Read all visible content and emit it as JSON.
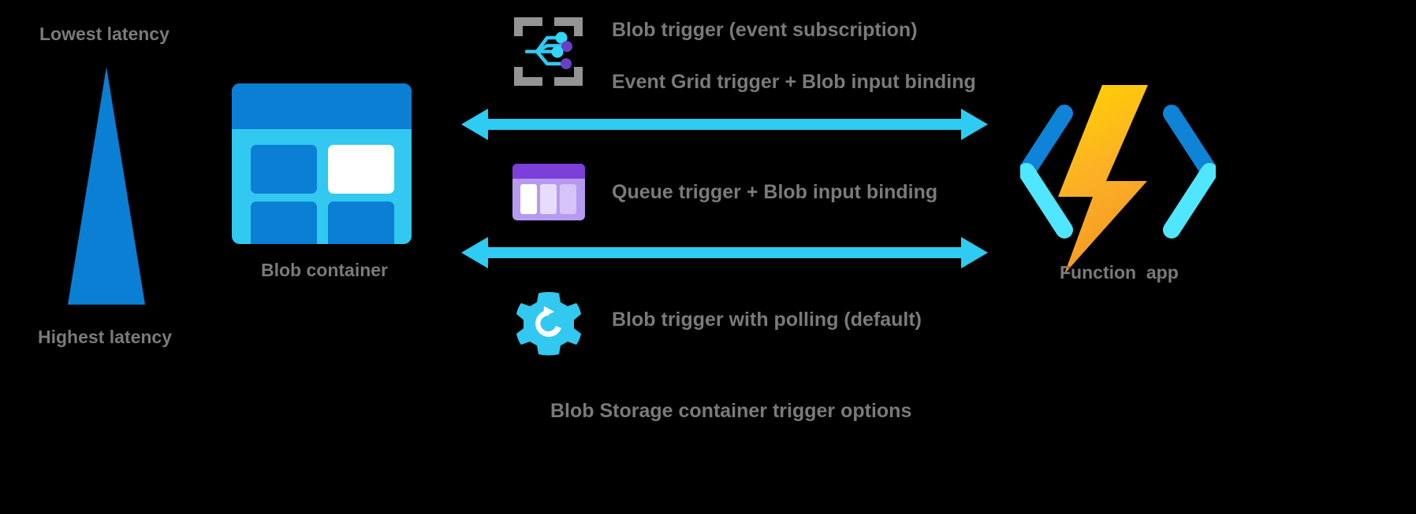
{
  "diagram": {
    "caption": "Blob Storage container trigger options",
    "latency_scale": {
      "top_label": "Lowest latency",
      "bottom_label": "Highest latency",
      "shape": "triangle",
      "color": "#0a7fd4"
    },
    "source": {
      "label": "Blob container",
      "icon": "blob-container-icon",
      "colors": {
        "header": "#0a7fd4",
        "body": "#32c8ef",
        "tile": "#0a7fd4",
        "highlight_tile": "#ffffff"
      }
    },
    "target": {
      "label": "Function  app",
      "icon": "azure-functions-icon",
      "colors": {
        "bracket_top": "#0f83d6",
        "bracket_bottom": "#50e6ff",
        "bolt_start": "#ffd400",
        "bolt_end": "#f59a23"
      }
    },
    "rows": [
      {
        "icon": "event-grid-icon",
        "icon_colors": {
          "bracket": "#949494",
          "line": "#32c8ef",
          "node_cyan": "#32d7f5",
          "node_purple": "#6b3fc4"
        },
        "labels": [
          "Blob trigger (event subscription)",
          "Event Grid trigger + Blob input binding"
        ]
      },
      {
        "icon": "queue-icon",
        "icon_colors": {
          "header": "#7c3fd9",
          "body": "#b69af0",
          "bar_active": "#ffffff",
          "bar_idle": "#e3d8fb"
        },
        "labels": [
          "Queue trigger + Blob input binding"
        ]
      },
      {
        "icon": "gear-refresh-icon",
        "icon_colors": {
          "gear": "#32c8ef",
          "arrow": "#ffffff"
        },
        "labels": [
          "Blob trigger with polling (default)"
        ]
      }
    ],
    "arrows": [
      {
        "name": "arrow-top",
        "direction": "bidirectional",
        "color": "#2ecbf2"
      },
      {
        "name": "arrow-bottom",
        "direction": "bidirectional",
        "color": "#2ecbf2"
      }
    ],
    "text_color": "#7a7a7a",
    "background": "#000000"
  }
}
